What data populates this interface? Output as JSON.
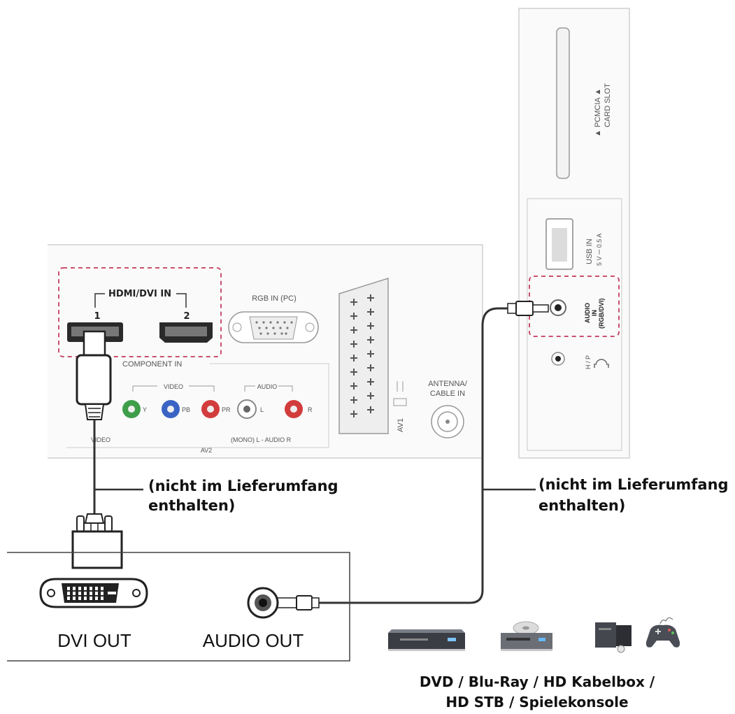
{
  "tv_panel": {
    "hdmi_group": "HDMI/DVI IN",
    "hdmi_port_1": "1",
    "hdmi_port_2": "2",
    "rgb_in": "RGB IN (PC)",
    "component_in": "COMPONENT IN",
    "video_group": "VIDEO",
    "audio_group": "AUDIO",
    "jack_y": "Y",
    "jack_pb": "PB",
    "jack_pr": "PR",
    "jack_l": "L",
    "jack_r": "R",
    "bottom_video": "VIDEO",
    "bottom_mono_audio": "(MONO) L - AUDIO R",
    "av2": "AV2",
    "av1": "AV1",
    "antenna": "ANTENNA/",
    "cable_in": "CABLE IN"
  },
  "side_panel": {
    "pcmcia_1": "▲ PCMCIA ▲",
    "pcmcia_2": "CARD SLOT",
    "usb_in": "USB IN",
    "usb_rating": "5 V ⎓ 0.5 A",
    "audio_in_1": "AUDIO",
    "audio_in_2": "IN",
    "audio_in_3": "(RGB/DVI)",
    "headphone": "H / P"
  },
  "cable_notes": {
    "left_line1": "(nicht im Lieferumfang",
    "left_line2": "enthalten)",
    "right_line1": "(nicht im Lieferumfang",
    "right_line2": "enthalten)"
  },
  "source_device": {
    "dvi_out": "DVI OUT",
    "audio_out": "AUDIO OUT"
  },
  "caption": {
    "line1": "DVD / Blu-Ray / HD Kabelbox /",
    "line2": "HD STB / Spielekonsole"
  },
  "colors": {
    "highlight_dash": "#c8516e",
    "jack_green": "#3e9e4a",
    "jack_blue": "#3a63c4",
    "jack_red": "#d23c3c",
    "cable": "#333333"
  }
}
